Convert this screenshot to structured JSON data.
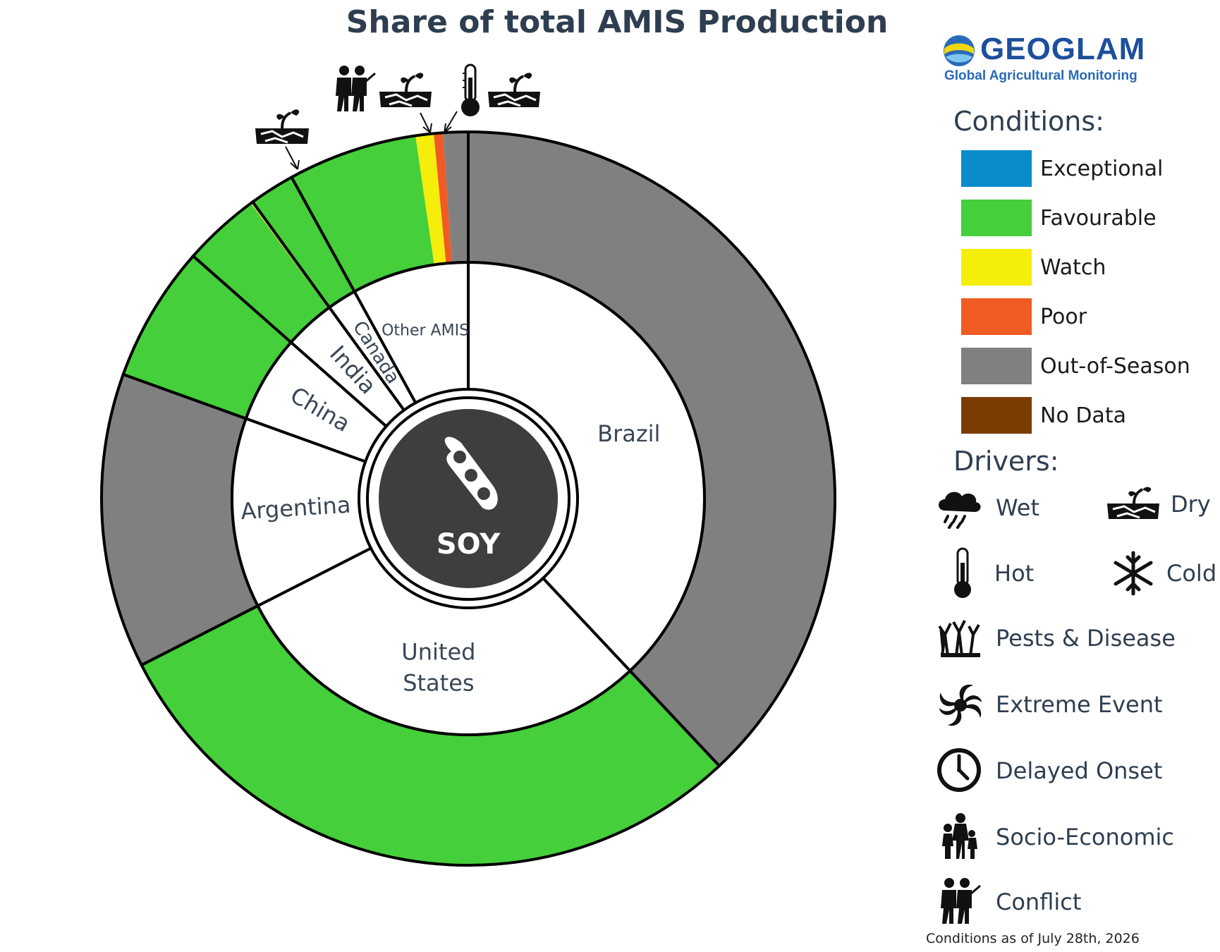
{
  "title": "Share of total AMIS Production",
  "center_label": "SOY",
  "colors": {
    "Exceptional": "#0a8ccb",
    "Favourable": "#45cf3a",
    "Watch": "#f5ee0a",
    "Poor": "#f05a23",
    "Out-of-Season": "#808080",
    "No Data": "#7a3c00"
  },
  "logo": {
    "name": "GEOGLAM",
    "subtitle": "Global Agricultural Monitoring"
  },
  "legend": {
    "conditions_title": "Conditions:",
    "conditions": [
      {
        "label": "Exceptional",
        "color": "#0a8ccb"
      },
      {
        "label": "Favourable",
        "color": "#45cf3a"
      },
      {
        "label": "Watch",
        "color": "#f5ee0a"
      },
      {
        "label": "Poor",
        "color": "#f05a23"
      },
      {
        "label": "Out-of-Season",
        "color": "#808080"
      },
      {
        "label": "No Data",
        "color": "#7a3c00"
      }
    ],
    "drivers_title": "Drivers:",
    "drivers": [
      {
        "label": "Wet",
        "icon": "rain-cloud-icon"
      },
      {
        "label": "Dry",
        "icon": "dry-soil-icon"
      },
      {
        "label": "Hot",
        "icon": "thermometer-icon"
      },
      {
        "label": "Cold",
        "icon": "snowflake-icon"
      },
      {
        "label": "Pests & Disease",
        "icon": "pest-trees-icon"
      },
      {
        "label": "Extreme Event",
        "icon": "cyclone-icon"
      },
      {
        "label": "Delayed Onset",
        "icon": "clock-icon"
      },
      {
        "label": "Socio-Economic",
        "icon": "family-icon"
      },
      {
        "label": "Conflict",
        "icon": "soldiers-icon"
      }
    ]
  },
  "footnote": "Conditions as of July 28th, 2026",
  "chart_data": {
    "type": "pie",
    "title": "Share of total AMIS Production",
    "countries": [
      {
        "name": "Brazil",
        "share": 38.0,
        "conditions": [
          {
            "condition": "Out-of-Season",
            "share": 38.0
          }
        ]
      },
      {
        "name": "United States",
        "share": 29.5,
        "conditions": [
          {
            "condition": "Favourable",
            "share": 29.5
          }
        ]
      },
      {
        "name": "Argentina",
        "share": 13.0,
        "conditions": [
          {
            "condition": "Out-of-Season",
            "share": 13.0
          }
        ]
      },
      {
        "name": "China",
        "share": 6.0,
        "conditions": [
          {
            "condition": "Favourable",
            "share": 6.0
          }
        ]
      },
      {
        "name": "India",
        "share": 3.5,
        "conditions": [
          {
            "condition": "Favourable",
            "share": 3.4
          },
          {
            "condition": "Watch",
            "share": 0.1
          }
        ],
        "drivers": [
          "Dry"
        ]
      },
      {
        "name": "Canada",
        "share": 2.0,
        "conditions": [
          {
            "condition": "Favourable",
            "share": 2.0
          }
        ]
      },
      {
        "name": "Other AMIS",
        "share": 8.0,
        "conditions": [
          {
            "condition": "Favourable",
            "share": 5.7
          },
          {
            "condition": "Watch",
            "share": 0.8
          },
          {
            "condition": "Poor",
            "share": 0.4
          },
          {
            "condition": "Out-of-Season",
            "share": 1.1
          }
        ],
        "drivers_watch": [
          "Conflict",
          "Dry"
        ],
        "drivers_poor": [
          "Hot",
          "Dry"
        ]
      }
    ]
  }
}
